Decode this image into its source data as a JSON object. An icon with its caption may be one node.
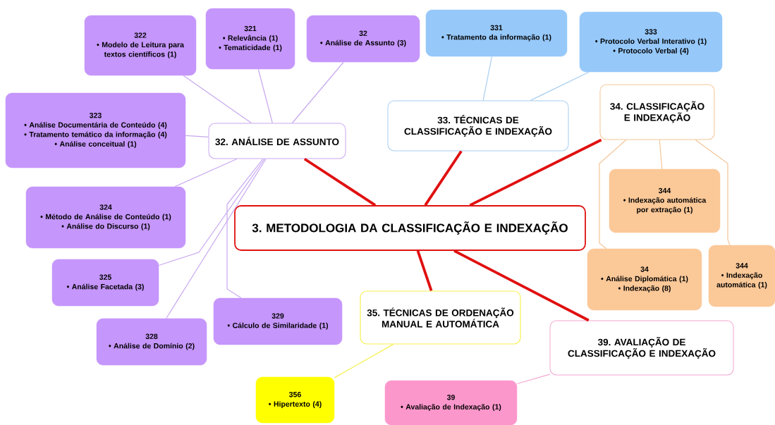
{
  "diagram": {
    "nodes": [
      {
        "text": [
          "3. METODOLOGIA DA CLASSIFICAÇÃO E INDEXAÇÃO"
        ]
      },
      {
        "text": [
          "32. ANÁLISE DE ASSUNTO"
        ]
      },
      {
        "text": [
          "322",
          "• Modelo de Leitura para textos científicos (1)"
        ]
      },
      {
        "text": [
          "321",
          "• Relevância (1)",
          "• Tematicidade (1)"
        ]
      },
      {
        "text": [
          "32",
          "• Análise de Assunto (3)"
        ]
      },
      {
        "text": [
          "323",
          "• Análise Documentária de Conteúdo (4)",
          "• Tratamento temático da informação (4)",
          "• Análise conceitual (1)"
        ]
      },
      {
        "text": [
          "324",
          "• Método de Análise de Conteúdo (1)",
          "• Análise do Discurso (1)"
        ]
      },
      {
        "text": [
          "325",
          "• Análise Facetada (3)"
        ]
      },
      {
        "text": [
          "328",
          "• Análise de Domínio (2)"
        ]
      },
      {
        "text": [
          "329",
          "• Cálculo de Similaridade (1)"
        ]
      },
      {
        "text": [
          "33. TÉCNICAS DE CLASSIFICAÇÃO E INDEXAÇÃO"
        ]
      },
      {
        "text": [
          "331",
          "• Tratamento da informação (1)"
        ]
      },
      {
        "text": [
          "333",
          "• Protocolo Verbal Interativo (1)",
          "• Protocolo Verbal (4)"
        ]
      },
      {
        "text": [
          "34. CLASSIFICAÇÃO E INDEXAÇÃO"
        ]
      },
      {
        "text": [
          "344",
          "• Indexação automática por extração (1)"
        ]
      },
      {
        "text": [
          "34",
          "• Análise Diplomática (1)",
          "• Indexação (8)"
        ]
      },
      {
        "text": [
          "344",
          "• Indexação automática (1)"
        ]
      },
      {
        "text": [
          "35. TÉCNICAS DE ORDENAÇÃO MANUAL E AUTOMÁTICA"
        ]
      },
      {
        "text": [
          "356",
          "• Hipertexto (4)"
        ]
      },
      {
        "text": [
          "39. AVALIAÇÃO DE CLASSIFICAÇÃO E INDEXAÇÃO"
        ]
      },
      {
        "text": [
          "39",
          "• Avaliação de Indexação (1)"
        ]
      }
    ],
    "edges": [
      {
        "from": 0,
        "to": 1,
        "arrow": "none",
        "style": "thick",
        "color": "#e01010"
      },
      {
        "from": 0,
        "to": 10,
        "arrow": "none",
        "style": "thick",
        "color": "#e01010"
      },
      {
        "from": 0,
        "to": 13,
        "arrow": "none",
        "style": "thick",
        "color": "#e01010"
      },
      {
        "from": 0,
        "to": 17,
        "arrow": "none",
        "style": "thick",
        "color": "#e01010"
      },
      {
        "from": 0,
        "to": 19,
        "arrow": "none",
        "style": "thick",
        "color": "#e01010"
      },
      {
        "from": 1,
        "to": 2,
        "arrow": "none"
      },
      {
        "from": 1,
        "to": 3,
        "arrow": "none"
      },
      {
        "from": 1,
        "to": 4,
        "arrow": "none"
      },
      {
        "from": 1,
        "to": 5,
        "arrow": "none"
      },
      {
        "from": 1,
        "to": 6,
        "arrow": "none"
      },
      {
        "from": 1,
        "to": 7,
        "arrow": "none"
      },
      {
        "from": 1,
        "to": 8,
        "arrow": "none"
      },
      {
        "from": 1,
        "to": 9,
        "arrow": "none"
      },
      {
        "from": 10,
        "to": 11,
        "arrow": "none",
        "color": "#a6cdf2"
      },
      {
        "from": 10,
        "to": 12,
        "arrow": "none",
        "color": "#a6cdf2"
      },
      {
        "from": 13,
        "to": 14,
        "arrow": "none",
        "color": "#f4c596"
      },
      {
        "from": 13,
        "to": 15,
        "arrow": "none",
        "color": "#f4c596"
      },
      {
        "from": 13,
        "to": 16,
        "arrow": "none",
        "color": "#f4c596"
      },
      {
        "from": 17,
        "to": 18,
        "arrow": "none",
        "color": "#f5f050"
      },
      {
        "from": 19,
        "to": 20,
        "arrow": "none",
        "color": "#f4a6d0"
      }
    ]
  }
}
